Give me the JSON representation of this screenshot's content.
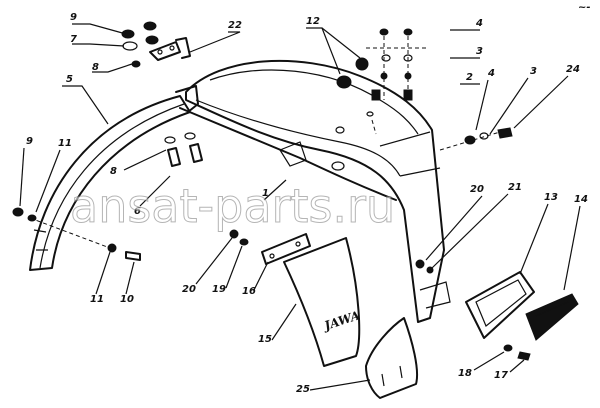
{
  "watermark": "ansat-parts.ru",
  "flap_brand": "JAWA",
  "corner_mark": "~-",
  "callouts": {
    "c9a": "9",
    "c7": "7",
    "c8a": "8",
    "c22": "22",
    "c5": "5",
    "c12": "12",
    "c4a": "4",
    "c3a": "3",
    "c2": "2",
    "c4b": "4",
    "c3b": "3",
    "c24": "24",
    "c9b": "9",
    "c11a": "11",
    "c8b": "8",
    "c6": "6",
    "c1": "1",
    "c20a": "20",
    "c21": "21",
    "c13": "13",
    "c14": "14",
    "c11b": "11",
    "c10": "10",
    "c20b": "20",
    "c19": "19",
    "c16": "16",
    "c15": "15",
    "c25": "25",
    "c18": "18",
    "c17": "17"
  }
}
